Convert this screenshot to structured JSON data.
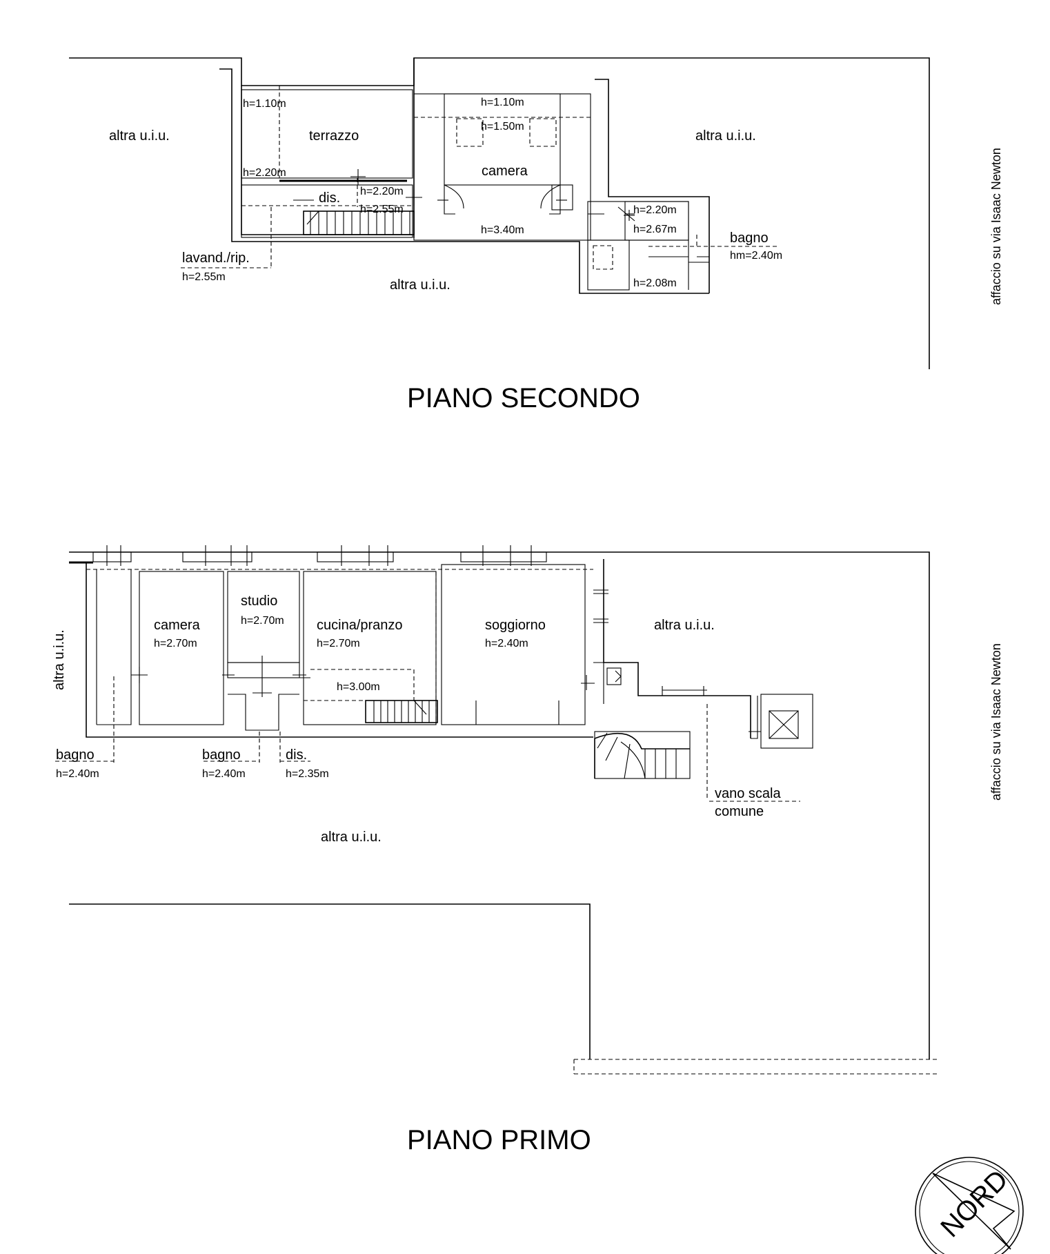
{
  "upper_floor": {
    "title": "PIANO SECONDO",
    "street_side": "affaccio su via Isaac Newton",
    "labels": {
      "altra_left": "altra u.i.u.",
      "altra_right": "altra u.i.u.",
      "altra_bottom": "altra u.i.u.",
      "terrazzo": "terrazzo",
      "camera": "camera",
      "dis": "dis.",
      "lavand": "lavand./rip.",
      "bagno": "bagno"
    },
    "heights": {
      "terr_top": "h=1.10m",
      "terr_bottom": "h=2.20m",
      "dis_a": "h=2.20m",
      "dis_b": "h=2.55m",
      "lavand": "h=2.55m",
      "cam_top": "h=1.10m",
      "cam_mid": "h=1.50m",
      "cam_bottom": "h=3.40m",
      "bagno_a": "h=2.20m",
      "bagno_b": "h=2.67m",
      "bagno_hm": "hm=2.40m",
      "bagno_c": "h=2.08m"
    }
  },
  "lower_floor": {
    "title": "PIANO PRIMO",
    "street_side": "affaccio su via Isaac Newton",
    "labels": {
      "altra_left": "altra u.i.u.",
      "altra_right": "altra u.i.u.",
      "altra_bottom": "altra u.i.u.",
      "camera": "camera",
      "studio": "studio",
      "cucina": "cucina/pranzo",
      "soggiorno": "soggiorno",
      "bagno1": "bagno",
      "bagno2": "bagno",
      "dis": "dis.",
      "vano_scala_1": "vano scala",
      "vano_scala_2": "comune"
    },
    "heights": {
      "camera": "h=2.70m",
      "studio": "h=2.70m",
      "cucina": "h=2.70m",
      "cucina_stair": "h=3.00m",
      "soggiorno": "h=2.40m",
      "bagno1": "h=2.40m",
      "bagno2": "h=2.40m",
      "dis": "h=2.35m"
    }
  },
  "compass": {
    "label": "NORD"
  }
}
